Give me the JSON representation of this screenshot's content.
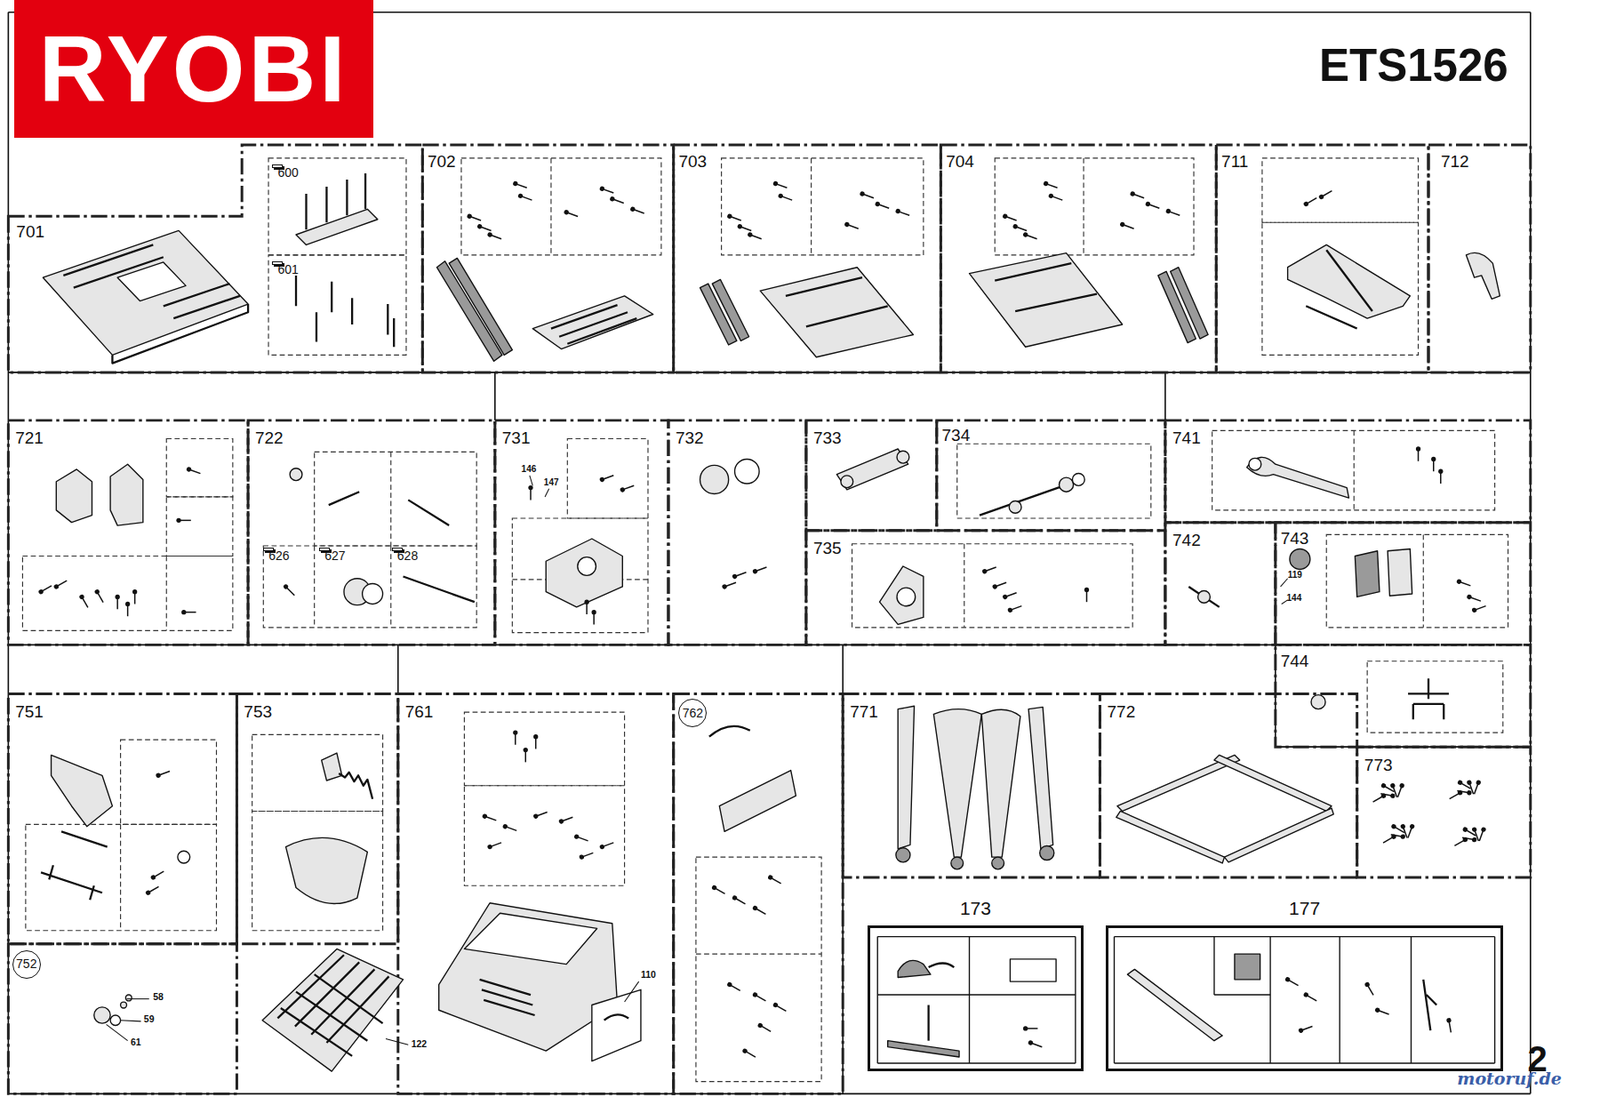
{
  "diagram": {
    "title": "ETS1526",
    "nodes": [
      {
        "text": [
          "RYOBI"
        ]
      },
      {
        "text": [
          "701"
        ]
      },
      {
        "text": [
          "600"
        ],
        "in": 1
      },
      {
        "text": [
          "601"
        ],
        "in": 1
      },
      {
        "text": [
          "702"
        ]
      },
      {
        "text": [
          "703"
        ]
      },
      {
        "text": [
          "704"
        ]
      },
      {
        "text": [
          "711"
        ]
      },
      {
        "text": [
          "712"
        ]
      },
      {
        "text": [
          "721"
        ]
      },
      {
        "text": [
          "722"
        ]
      },
      {
        "text": [
          "626"
        ],
        "in": 10
      },
      {
        "text": [
          "627"
        ],
        "in": 10
      },
      {
        "text": [
          "628"
        ],
        "in": 10
      },
      {
        "text": [
          "731"
        ]
      },
      {
        "text": [
          "732"
        ]
      },
      {
        "text": [
          "733"
        ]
      },
      {
        "text": [
          "734"
        ]
      },
      {
        "text": [
          "735"
        ]
      },
      {
        "text": [
          "741"
        ]
      },
      {
        "text": [
          "742"
        ]
      },
      {
        "text": [
          "743"
        ]
      },
      {
        "text": [
          "744"
        ]
      },
      {
        "text": [
          "751"
        ]
      },
      {
        "text": [
          "752"
        ]
      },
      {
        "text": [
          "753"
        ]
      },
      {
        "text": [
          "761"
        ]
      },
      {
        "text": [
          "762"
        ]
      },
      {
        "text": [
          "771"
        ]
      },
      {
        "text": [
          "772"
        ]
      },
      {
        "text": [
          "773"
        ]
      },
      {
        "text": [
          "173"
        ]
      },
      {
        "text": [
          "177"
        ]
      }
    ],
    "labels": [
      "146",
      "147",
      "119",
      "144",
      "58",
      "59",
      "61",
      "110",
      "122",
      "2",
      "motoruf.de"
    ]
  }
}
